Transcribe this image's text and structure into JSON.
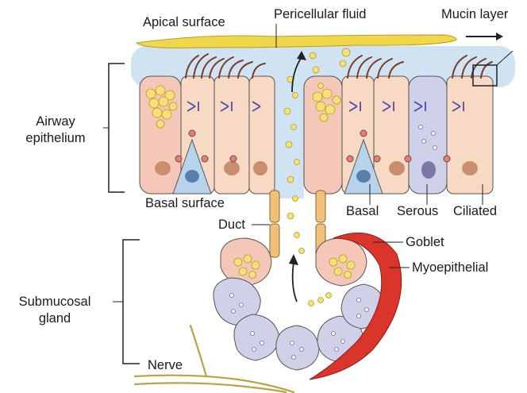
{
  "labels": {
    "apical_surface": "Apical surface",
    "pericellular_fluid": "Pericellular fluid",
    "mucin_layer": "Mucin layer",
    "airway_epithelium_line1": "Airway",
    "airway_epithelium_line2": "epithelium",
    "basal_surface": "Basal surface",
    "basal": "Basal",
    "serous": "Serous",
    "ciliated": "Ciliated",
    "duct": "Duct",
    "goblet": "Goblet",
    "myoepithelial": "Myoepithelial",
    "submucosal_gland_line1": "Submucosal",
    "submucosal_gland_line2": "gland",
    "nerve": "Nerve"
  },
  "colors": {
    "mucin": "#f1d84a",
    "pericellular_fluid": "#cfe3f3",
    "ciliated_cell": "#f8d9c4",
    "goblet_cell": "#f4c7b8",
    "basal_cell": "#b8d3ec",
    "serous_cell": "#d0d1e8",
    "myoepithelial_cell": "#d9352b",
    "nucleus": "#c98f6d",
    "nerve": "#b9a443",
    "outline": "#444444"
  }
}
